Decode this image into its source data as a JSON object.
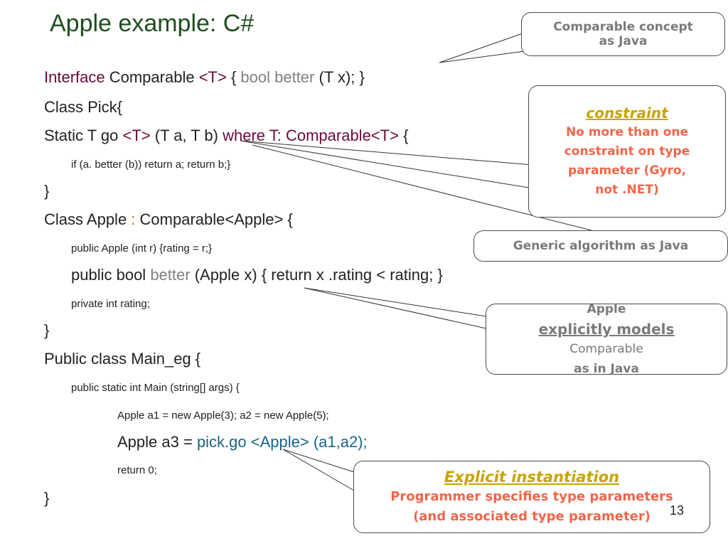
{
  "title": "Apple example: C#",
  "code": {
    "l1": {
      "kw": "Interface",
      "a": " Comparable ",
      "t": "<T>",
      "b": " { ",
      "m": "bool better",
      "c": " (T x); }"
    },
    "l2": "Class Pick{",
    "l3": {
      "a": "Static T go ",
      "t": "<T>",
      "b": " (T a, T b) ",
      "where": "where T: Comparable<T>",
      "c": " {"
    },
    "l4": "if (a. better (b)) return a; return b;}",
    "l5": "}",
    "l6": {
      "a": "Class Apple ",
      "colon": ":",
      "b": " Comparable<Apple> {"
    },
    "l7": "public Apple (int r) {rating = r;}",
    "l8": {
      "a": "public bool ",
      "m": "better",
      "b": " (Apple x) { return x .rating < rating; }"
    },
    "l9": "private int rating;",
    "l10": "}",
    "l11": "Public class Main_eg {",
    "l12": "public static int Main (string[] args) {",
    "l13": "Apple a1 = new Apple(3); a2 = new Apple(5);",
    "l14": {
      "a": "Apple a3 = ",
      "call": "pick.go <Apple> (a1,a2);"
    },
    "l15": "return 0;",
    "l16": "}"
  },
  "callouts": {
    "concept": {
      "line1": "Comparable concept",
      "line2": "as Java"
    },
    "constraint": {
      "heading": "constraint",
      "line1": "No more than one",
      "line2": "constraint on type",
      "line3": "parameter (Gyro,",
      "line4": "not .NET)"
    },
    "generic": {
      "text": "Generic algorithm as Java"
    },
    "apple": {
      "line1": "Apple",
      "line2": "explicitly models",
      "line3a": "Comparable",
      "line3b": " as in Java"
    },
    "instantiation": {
      "heading": "Explicit instantiation",
      "line1": "Programmer specifies type parameters",
      "line2": "(and associated type parameter)"
    }
  },
  "page_number": "13",
  "colors": {
    "title": "#1f4d1f",
    "keyword": "#6b0a3a",
    "call": "#17658a",
    "callout_red": "#f2654a",
    "callout_gold": "#c8a400",
    "callout_gray": "#7a7a7a"
  }
}
